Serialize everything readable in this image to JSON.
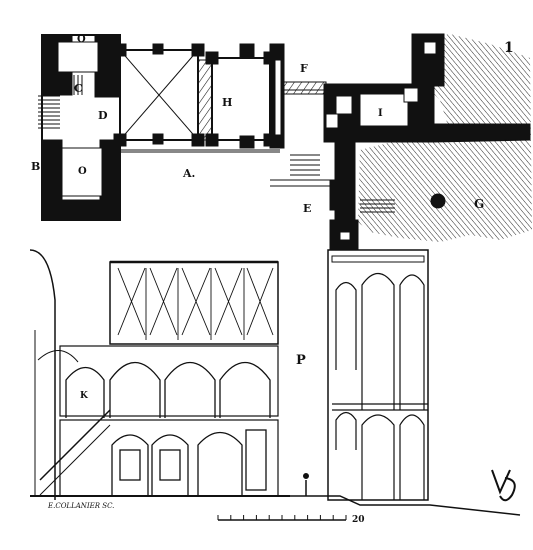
{
  "figure": {
    "number": "1",
    "ink": "#111111",
    "paper": "#ffffff",
    "plan_labels": {
      "o_top": "O",
      "c": "C",
      "d": "D",
      "b": "B",
      "o_bottom": "O",
      "a": "A.",
      "h": "H",
      "f": "F",
      "i": "I",
      "e": "E",
      "g": "G"
    },
    "elevation_labels": {
      "p": "P",
      "k": "K"
    },
    "scale": {
      "end_value": "20",
      "divisions": 10
    },
    "engraver_signature": "E.COLLANIER SC.",
    "artist_monogram": "V.D"
  }
}
